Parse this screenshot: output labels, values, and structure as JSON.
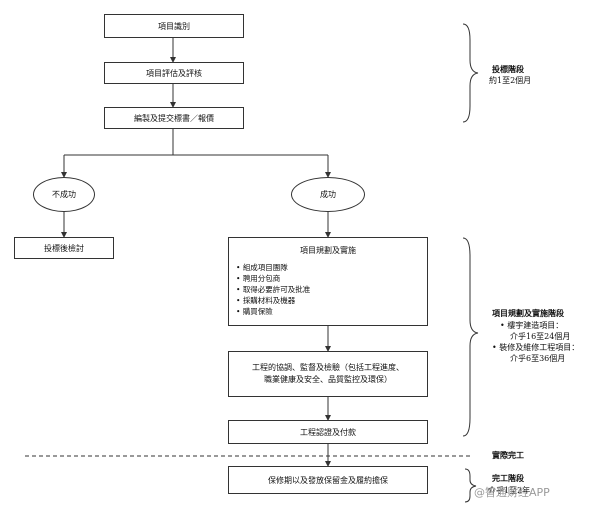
{
  "steps": {
    "identify": "項目識別",
    "evaluate": "項目評估及評核",
    "tender": "編製及提交標書／報價",
    "fail": "不成功",
    "success": "成功",
    "review": "投標後檢討",
    "plan_title": "項目規劃及實施",
    "plan_items": [
      "組成項目團隊",
      "聘用分包商",
      "取得必要許可及批准",
      "採購材料及機器",
      "購買保險"
    ],
    "coord_line1": "工程的協調、監督及檢驗（包括工程進度、",
    "coord_line2": "職業健康及安全、品質監控及環保）",
    "certify": "工程認證及付款",
    "warranty": "保修期以及發放保留金及履約擔保"
  },
  "phases": {
    "tender_title": "投標階段",
    "tender_duration": "約1至2個月",
    "impl_title": "項目規劃及實施階段",
    "impl_b1": "• 樓宇建造項目：",
    "impl_b1_dur": "介乎16至24個月",
    "impl_b2": "• 裝修及維修工程項目：",
    "impl_b2_dur": "介乎6至36個月",
    "actual_completion": "實際完工",
    "completion_title": "完工階段",
    "completion_duration": "介乎1至2年"
  },
  "watermark": "@智通财经APP"
}
